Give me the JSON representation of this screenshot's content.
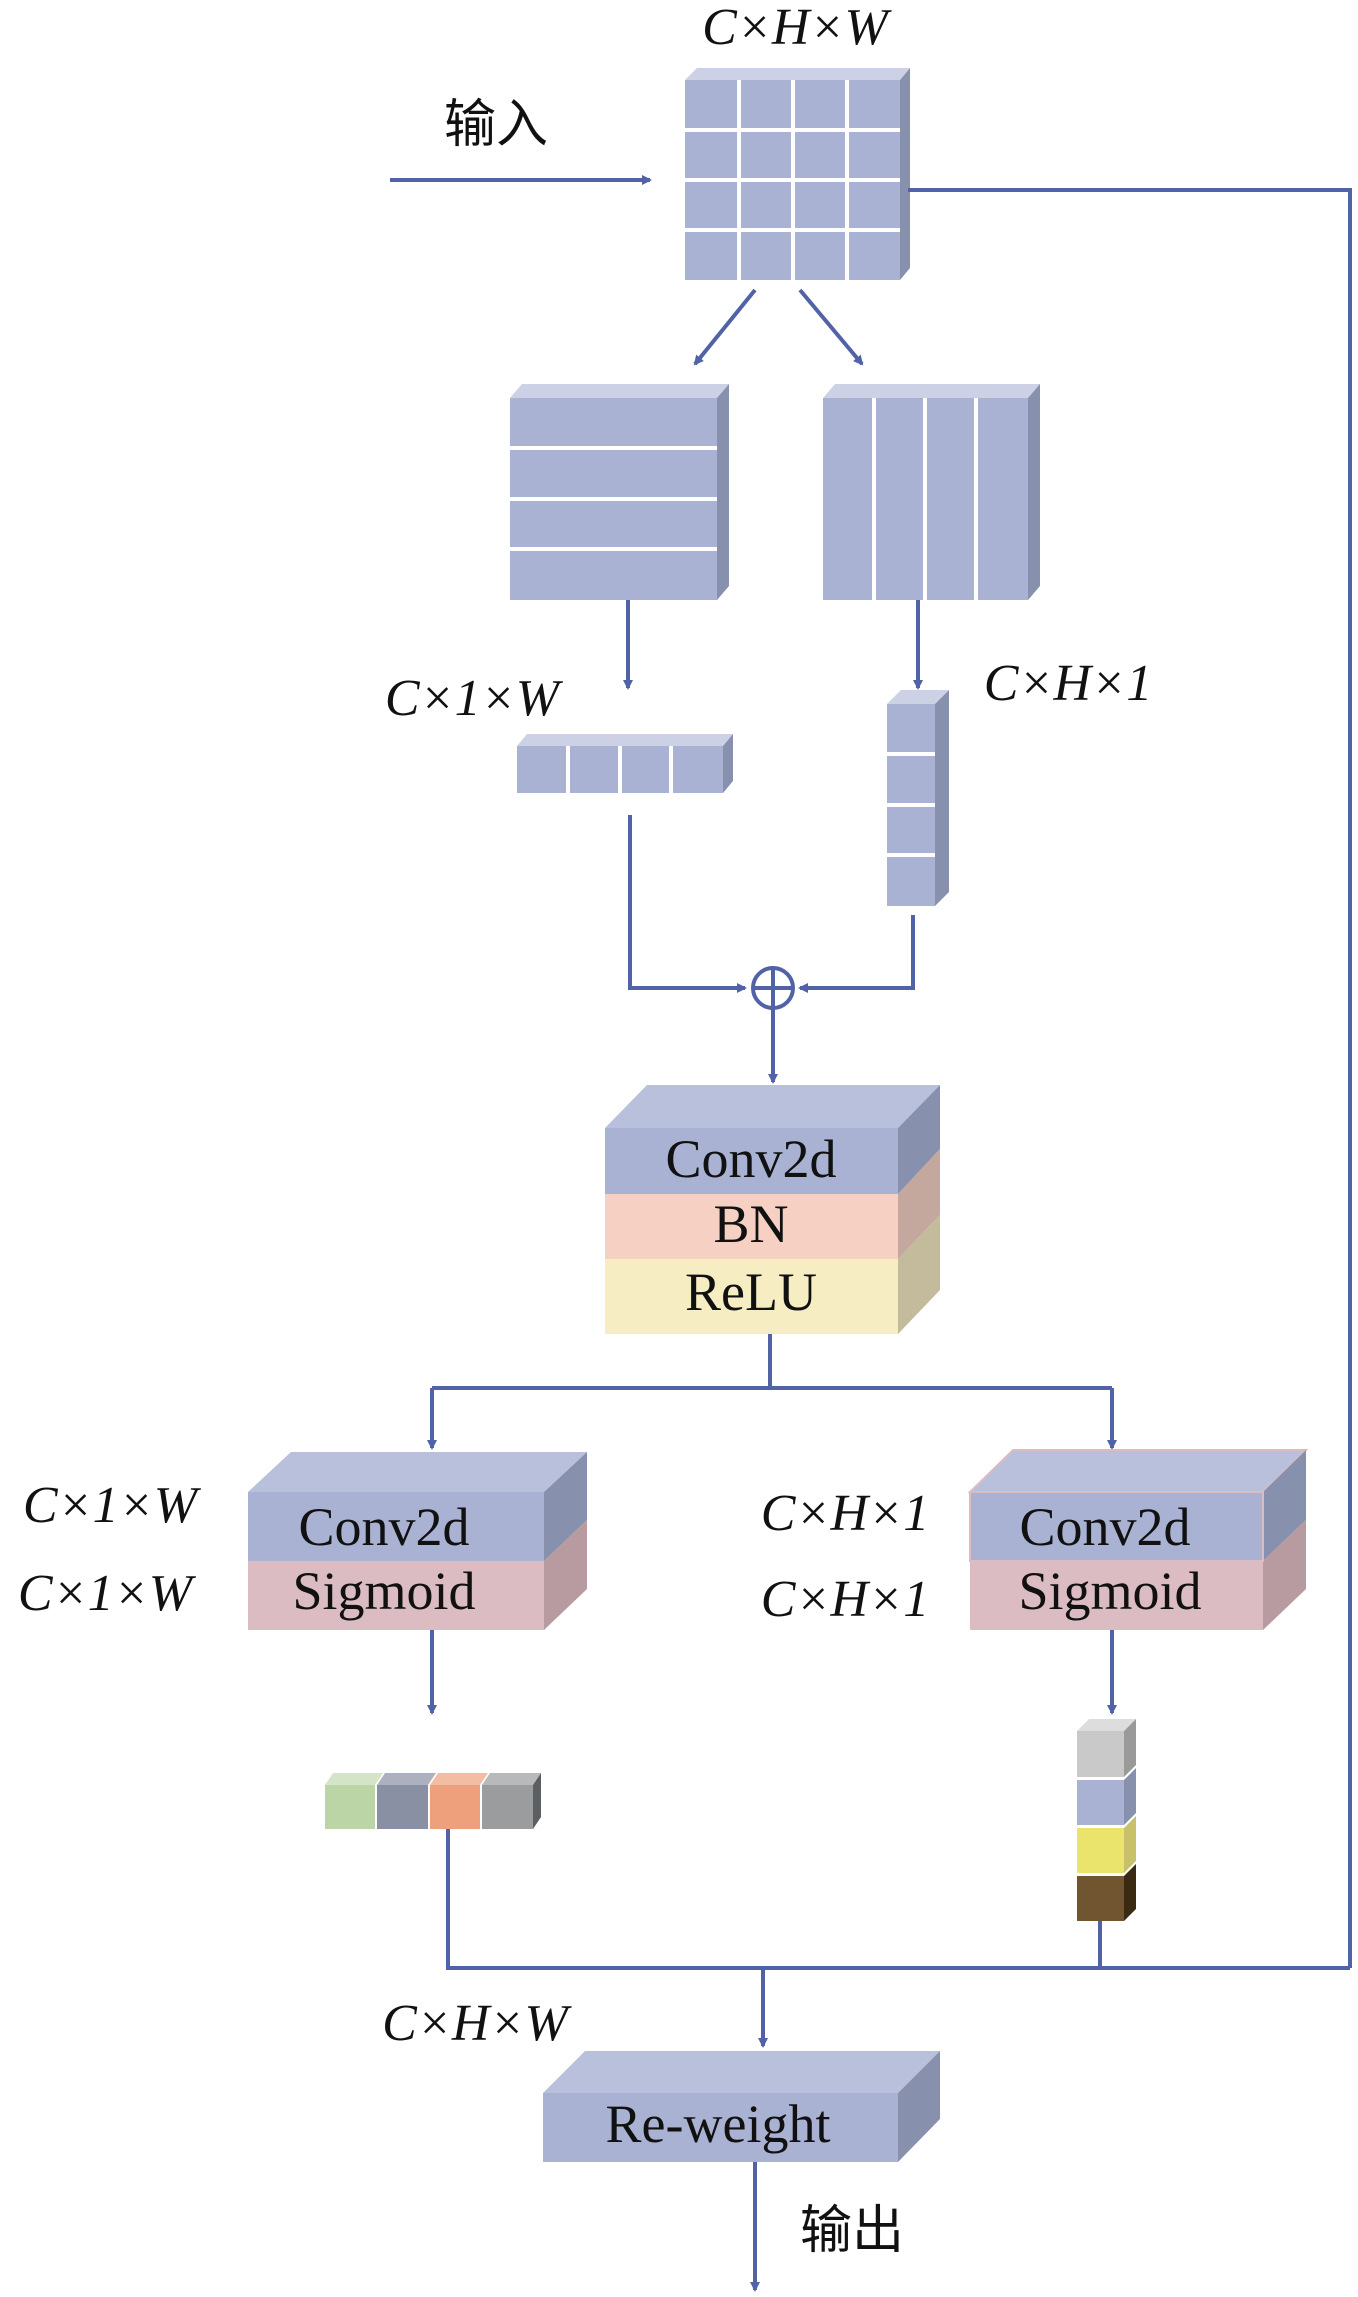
{
  "labels": {
    "input_dims": "C×H×W",
    "input": "输入",
    "row_pool_dims": "C×1×W",
    "col_pool_dims": "C×H×1",
    "add_symbol": "⊕",
    "left_branch_dims_1": "C×1×W",
    "left_branch_dims_2": "C×1×W",
    "right_branch_dims_1": "C×H×1",
    "right_branch_dims_2": "C×H×1",
    "reweight_dims": "C×H×W",
    "output": "输出"
  },
  "blocks": {
    "shared": [
      "Conv2d",
      "BN",
      "ReLU"
    ],
    "left": [
      "Conv2d",
      "Sigmoid"
    ],
    "right": [
      "Conv2d",
      "Sigmoid"
    ],
    "reweight": "Re-weight"
  },
  "colors": {
    "arrow": "#5163a6",
    "tensor_face": "#a9b2d2",
    "tensor_side": "#8790ac",
    "conv": "#a9b2d2",
    "bn": "#f5d0c3",
    "relu": "#f6edc3",
    "sigmoid": "#dcbcc3",
    "weights_row": [
      "#bcd5a6",
      "#8a90a3",
      "#ee9f7b",
      "#9a9c9e"
    ],
    "weights_col": [
      "#c9c9c9",
      "#a9b2d2",
      "#ebe46c",
      "#715530"
    ]
  }
}
